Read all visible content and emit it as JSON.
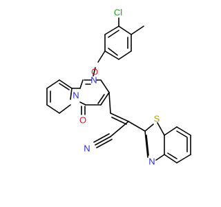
{
  "colors": {
    "carbon": "#000000",
    "nitrogen": "#2a2ad2",
    "oxygen": "#e8141e",
    "sulfur": "#b4a000",
    "chlorine": "#1fa01f"
  },
  "atoms": {
    "cl": "Cl",
    "o_ether": "O",
    "n_top": "N",
    "n_bridge": "N",
    "o_keto": "O",
    "s": "S",
    "n_thiazole": "N",
    "n_nitrile": "N"
  }
}
